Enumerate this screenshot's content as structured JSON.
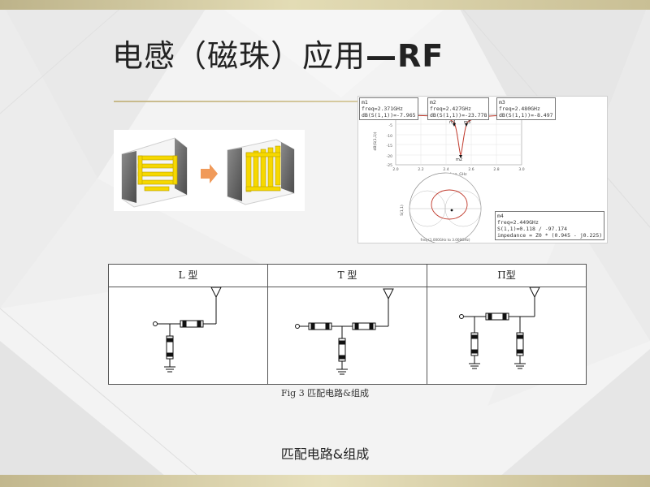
{
  "slide": {
    "title_cn": "电感（磁珠）应用",
    "title_dash": "—",
    "title_rf": "RF",
    "caption": "匹配电路&组成"
  },
  "sim": {
    "m1": [
      "m1",
      "freq=2.371GHz",
      "dB(S(1,1))=-7.965"
    ],
    "m2": [
      "m2",
      "freq=2.427GHz",
      "dB(S(1,1))=-23.778"
    ],
    "m3": [
      "m3",
      "freq=2.480GHz",
      "dB(S(1,1))=-8.497"
    ],
    "m4": [
      "m4",
      "freq=2.449GHz",
      "S(1,1)=0.118 / -97.174",
      "impedance = Z0 * (0.945 - j0.225)"
    ],
    "y_label": "dB(S(1,1))",
    "x_label": "freq, GHz",
    "x_ticks": [
      "2.0",
      "2.2",
      "2.4",
      "2.6",
      "2.8",
      "3.0"
    ],
    "y_ticks": [
      "0",
      "-5",
      "-10",
      "-15",
      "-20",
      "-25"
    ],
    "marker_labels": [
      "m1",
      "m3",
      "m2"
    ],
    "smith_x_label": "freq (1.000GHz to 3.000GHz)",
    "smith_y_label": "S(1,1)"
  },
  "table": {
    "headers": [
      "L 型",
      "T 型",
      "Π型"
    ]
  },
  "figure": {
    "caption": "Fig 3  匹配电路&组成"
  }
}
